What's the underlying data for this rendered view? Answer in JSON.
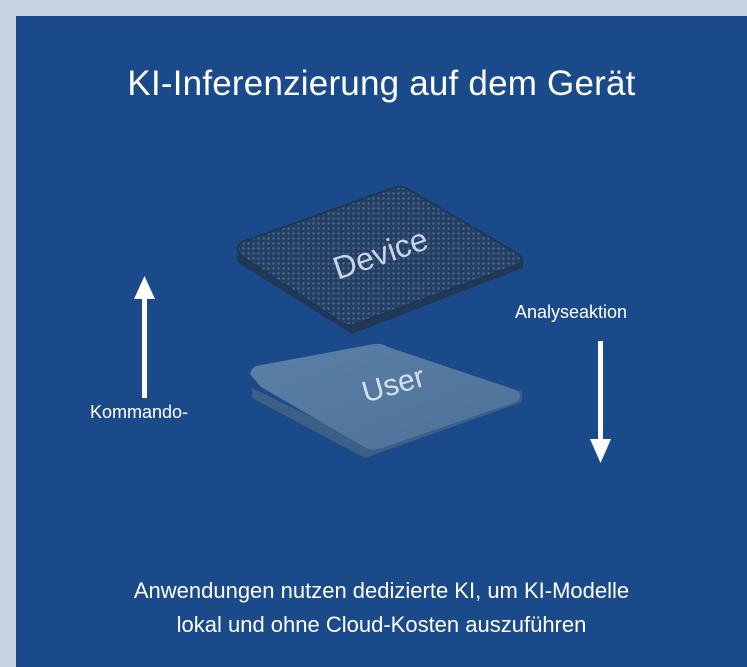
{
  "title": "KI-Inferenzierung auf dem Gerät",
  "diagram": {
    "top_chip_label": "Device",
    "bottom_chip_label": "User",
    "left_arrow_label": "Kommando-",
    "right_arrow_label": "Analyseaktion",
    "colors": {
      "background": "#1b4a8b",
      "outer": "#c5d3e2",
      "device_chip": "#27466c",
      "user_chip": "#52779f",
      "arrow": "#ffffff"
    }
  },
  "caption": {
    "line1": "Anwendungen nutzen dedizierte KI, um KI-Modelle",
    "line2": "lokal und ohne Cloud-Kosten auszuführen"
  }
}
